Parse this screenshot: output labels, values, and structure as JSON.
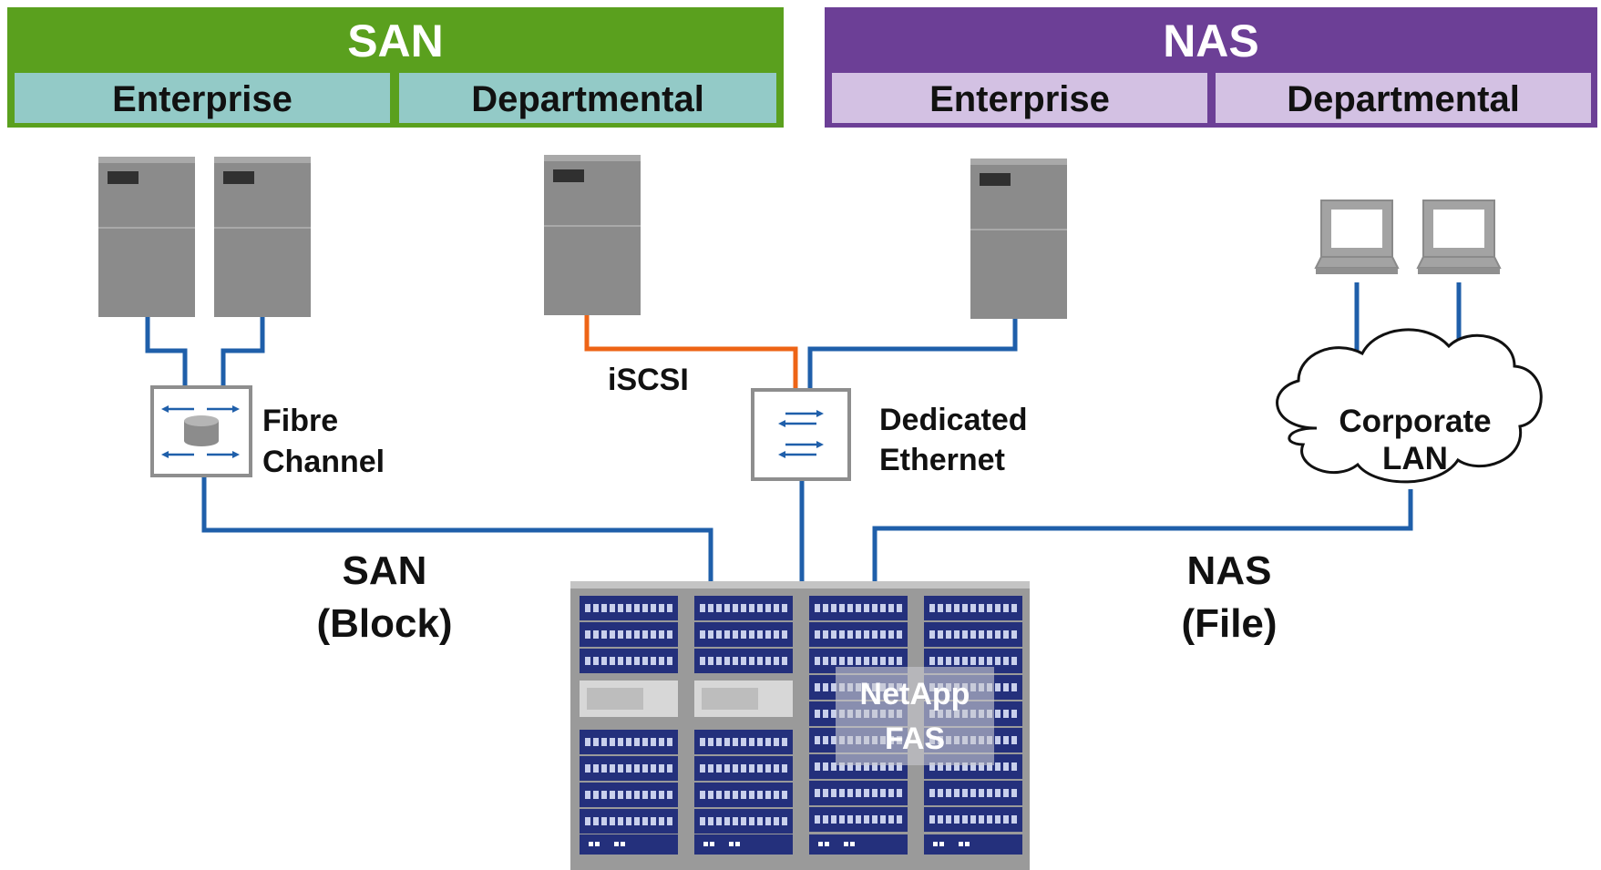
{
  "colors": {
    "san_header": "#5aa01e",
    "san_sub": "#93cac7",
    "nas_header": "#6c3f96",
    "nas_sub": "#d3c1e3",
    "link_blue": "#1f5faa",
    "link_orange": "#ee6416",
    "device_gray": "#8b8b8b",
    "storage_blue": "#24307c"
  },
  "header": {
    "san": {
      "title": "SAN",
      "left": "Enterprise",
      "right": "Departmental"
    },
    "nas": {
      "title": "NAS",
      "left": "Enterprise",
      "right": "Departmental"
    }
  },
  "devices": {
    "servers": [
      "server-icon",
      "server-icon",
      "server-icon",
      "server-icon"
    ],
    "clients": [
      "laptop-icon",
      "laptop-icon"
    ]
  },
  "switches": {
    "fibre_channel": {
      "line1": "Fibre",
      "line2": "Channel",
      "icon": "fc-switch-icon"
    },
    "ethernet": {
      "line1": "Dedicated",
      "line2": "Ethernet",
      "icon": "ethernet-switch-icon"
    }
  },
  "links": {
    "iscsi": "iSCSI"
  },
  "cloud": {
    "line1": "Corporate",
    "line2": "LAN",
    "icon": "cloud-icon"
  },
  "protocols": {
    "san": {
      "line1": "SAN",
      "line2": "(Block)"
    },
    "nas": {
      "line1": "NAS",
      "line2": "(File)"
    }
  },
  "storage": {
    "line1": "NetApp",
    "line2": "FAS",
    "icon": "storage-array-icon"
  }
}
